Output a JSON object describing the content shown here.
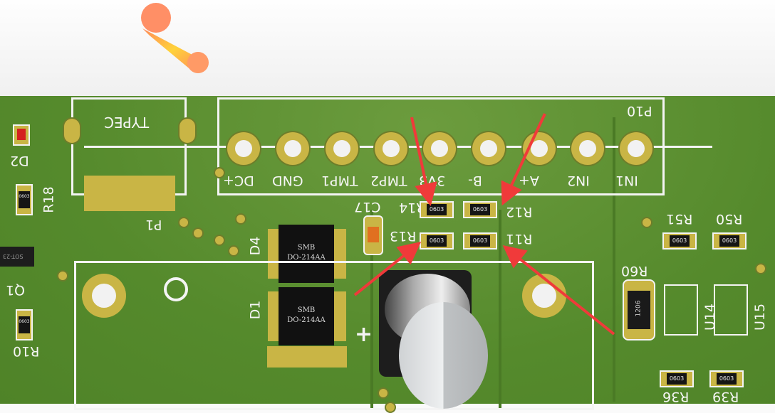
{
  "board": {
    "connector_p10": {
      "designator": "P10",
      "pins": [
        "DC+",
        "GND",
        "TMP1",
        "TMP2",
        "3V3",
        "B-",
        "A+",
        "IN2",
        "IN1"
      ]
    },
    "connector_p1": {
      "designator": "P1",
      "label": "TYPEC"
    },
    "resistors": [
      {
        "designator": "R14",
        "package": "0603"
      },
      {
        "designator": "R12",
        "package": "0603"
      },
      {
        "designator": "R13",
        "package": "0603"
      },
      {
        "designator": "R11",
        "package": "0603"
      },
      {
        "designator": "R51",
        "package": "0603"
      },
      {
        "designator": "R50",
        "package": "0603"
      },
      {
        "designator": "R18",
        "package": "0603"
      },
      {
        "designator": "R10",
        "package": "0603"
      },
      {
        "designator": "R36",
        "package": "0603"
      },
      {
        "designator": "R39",
        "package": "0603"
      },
      {
        "designator": "R60",
        "package": "1206"
      }
    ],
    "capacitor": {
      "designator": "C17"
    },
    "diodes": [
      {
        "designator": "D4",
        "line1": "SMB",
        "line2": "DO-214AA"
      },
      {
        "designator": "D1",
        "line1": "SMB",
        "line2": "DO-214AA"
      },
      {
        "designator": "D2"
      }
    ],
    "ics": [
      "U14",
      "U15"
    ],
    "transistor": {
      "designator": "Q1",
      "package": "SOT-23"
    },
    "plus_mark": "+",
    "colors": {
      "board": "#5a8f30",
      "silkscreen": "#f4f4f4",
      "pad": "#c9b545",
      "arrow": "#f03a3a"
    }
  }
}
